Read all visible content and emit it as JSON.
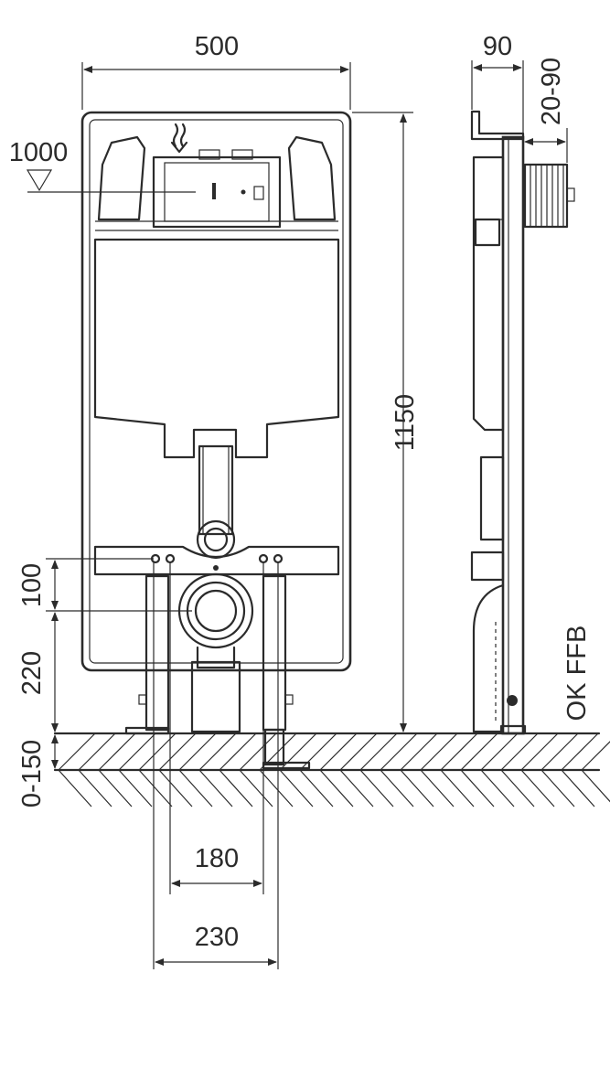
{
  "dimensions": {
    "width": "500",
    "height": "1150",
    "depth": "90",
    "wall_adjust": "20-90",
    "actuator_height": "1000",
    "upper_spacing": "100",
    "drain_height": "220",
    "floor_adjust": "0-150",
    "inner_spacing": "180",
    "outer_spacing": "230"
  },
  "labels": {
    "floor_reference": "OK FFB"
  }
}
